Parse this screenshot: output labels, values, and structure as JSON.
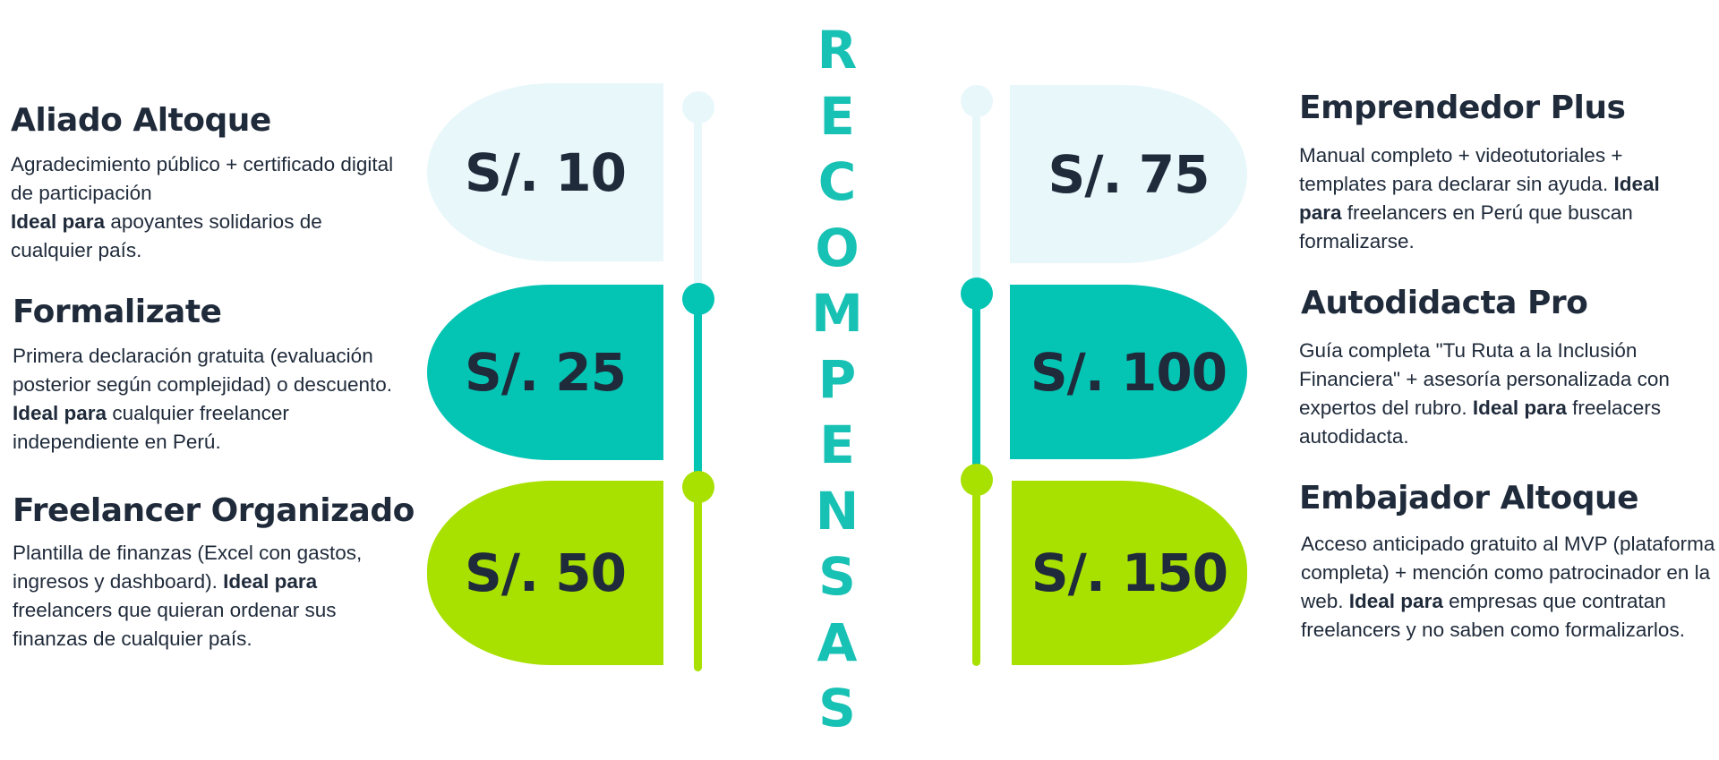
{
  "heading": "RECOMPENSAS",
  "colors": {
    "light": "#e8f7fa",
    "teal": "#04c4b4",
    "lime": "#a8e000",
    "text": "#1f2a3a",
    "heading": "#17c1b4"
  },
  "tiers": [
    {
      "title": "Aliado Altoque",
      "price": "S/. 10",
      "desc": [
        {
          "t": "Agradecimiento público + certificado digital de participación"
        },
        {
          "br": true
        },
        {
          "b": "Ideal para"
        },
        {
          "t": " apoyantes solidarios de cualquier país."
        }
      ]
    },
    {
      "title": "Formalizate",
      "price": "S/. 25",
      "desc": [
        {
          "t": "Primera declaración gratuita (evaluación posterior según complejidad) o descuento. "
        },
        {
          "b": "Ideal para"
        },
        {
          "t": " cualquier freelancer independiente en Perú."
        }
      ]
    },
    {
      "title": "Freelancer Organizado",
      "price": "S/. 50",
      "desc": [
        {
          "t": "Plantilla de finanzas (Excel con gastos, ingresos y dashboard). "
        },
        {
          "b": "Ideal para"
        },
        {
          "t": " freelancers que quieran ordenar sus finanzas de cualquier país."
        }
      ]
    },
    {
      "title": "Emprendedor Plus",
      "price": "S/. 75",
      "desc": [
        {
          "t": "Manual completo + videotutoriales + templates para declarar sin ayuda. "
        },
        {
          "b": "Ideal para"
        },
        {
          "t": " freelancers en Perú que buscan formalizarse."
        }
      ]
    },
    {
      "title": "Autodidacta Pro",
      "price": "S/. 100",
      "desc": [
        {
          "t": "Guía completa \"Tu Ruta a la Inclusión Financiera\" + asesoría personalizada con expertos del rubro. "
        },
        {
          "b": "Ideal para"
        },
        {
          "t": " freelacers autodidacta."
        }
      ]
    },
    {
      "title": "Embajador Altoque",
      "price": "S/. 150",
      "desc": [
        {
          "t": "Acceso anticipado gratuito al MVP (plataforma completa) + mención como patrocinador en la web. "
        },
        {
          "b": "Ideal para"
        },
        {
          "t": " empresas que contratan freelancers y no saben como formalizarlos."
        }
      ]
    }
  ]
}
